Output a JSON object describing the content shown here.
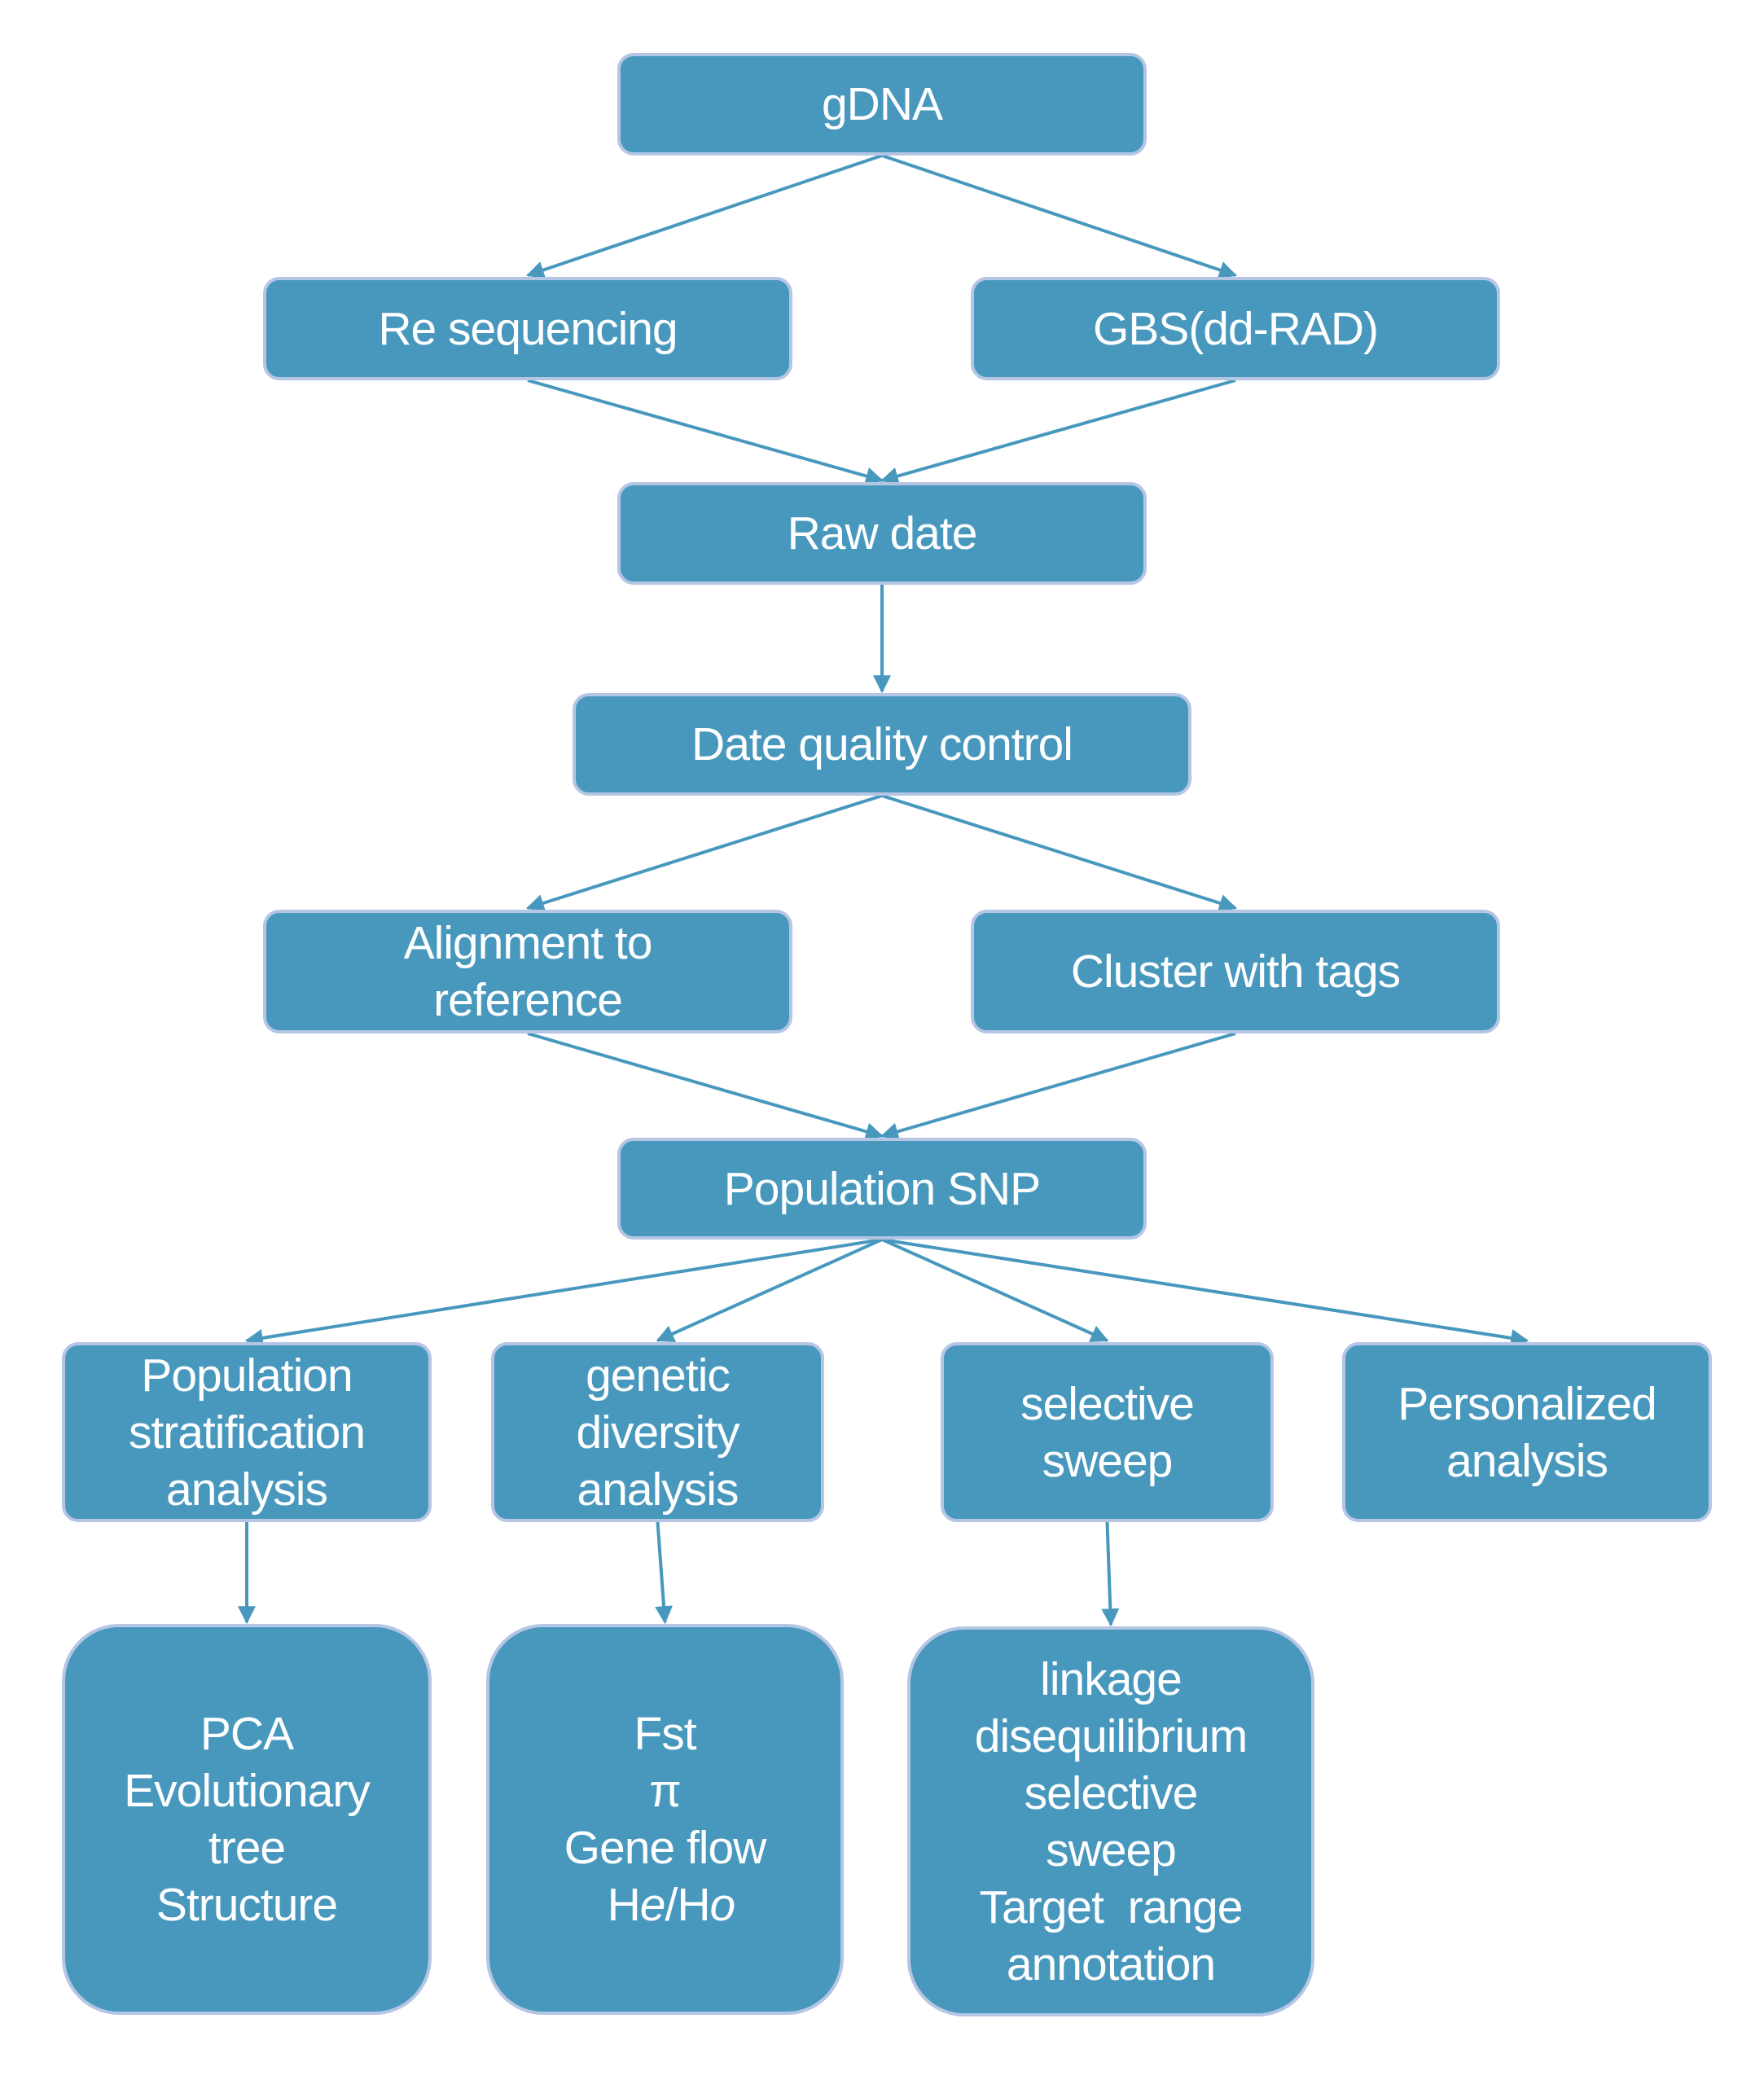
{
  "colors": {
    "box_fill": "#4898be",
    "box_border": "#b5c6e4",
    "arrow": "#4898be",
    "text": "#ffffff",
    "background": "#ffffff"
  },
  "nodes": {
    "gdna": {
      "lines": [
        "gDNA"
      ]
    },
    "resequencing": {
      "lines": [
        "Re sequencing"
      ]
    },
    "gbs": {
      "lines": [
        "GBS(dd-RAD)"
      ]
    },
    "raw_date": {
      "lines": [
        "Raw date"
      ]
    },
    "date_qc": {
      "lines": [
        "Date quality control"
      ]
    },
    "alignment": {
      "lines": [
        "Alignment to",
        "reference"
      ]
    },
    "cluster": {
      "lines": [
        "Cluster with tags"
      ]
    },
    "population_snp": {
      "lines": [
        "Population SNP"
      ]
    },
    "pop_strat": {
      "lines": [
        "Population",
        "stratification",
        "analysis"
      ]
    },
    "genetic_div": {
      "lines": [
        "genetic",
        "diversity",
        "analysis"
      ]
    },
    "selective_sweep": {
      "lines": [
        "selective",
        "sweep"
      ]
    },
    "personalized": {
      "lines": [
        "Personalized",
        "analysis"
      ]
    },
    "pop_strat_methods": {
      "lines": [
        "PCA",
        "Evolutionary",
        "tree",
        "Structure"
      ]
    },
    "genetic_div_methods": {
      "lines": [
        "Fst",
        "π",
        "Gene flow"
      ],
      "he_ho": {
        "h1": "H",
        "e": "e",
        "slash": "/",
        "h2": "H",
        "o": "o"
      }
    },
    "selective_sweep_methods": {
      "lines": [
        "linkage",
        "disequilibrium",
        "selective",
        "sweep",
        "Target  range",
        "annotation"
      ]
    }
  },
  "edges": [
    {
      "from": "gdna",
      "to": "resequencing"
    },
    {
      "from": "gdna",
      "to": "gbs"
    },
    {
      "from": "resequencing",
      "to": "raw_date"
    },
    {
      "from": "gbs",
      "to": "raw_date"
    },
    {
      "from": "raw_date",
      "to": "date_qc"
    },
    {
      "from": "date_qc",
      "to": "alignment"
    },
    {
      "from": "date_qc",
      "to": "cluster"
    },
    {
      "from": "alignment",
      "to": "population_snp"
    },
    {
      "from": "cluster",
      "to": "population_snp"
    },
    {
      "from": "population_snp",
      "to": "pop_strat"
    },
    {
      "from": "population_snp",
      "to": "genetic_div"
    },
    {
      "from": "population_snp",
      "to": "selective_sweep"
    },
    {
      "from": "population_snp",
      "to": "personalized"
    },
    {
      "from": "pop_strat",
      "to": "pop_strat_methods"
    },
    {
      "from": "genetic_div",
      "to": "genetic_div_methods"
    },
    {
      "from": "selective_sweep",
      "to": "selective_sweep_methods"
    }
  ]
}
